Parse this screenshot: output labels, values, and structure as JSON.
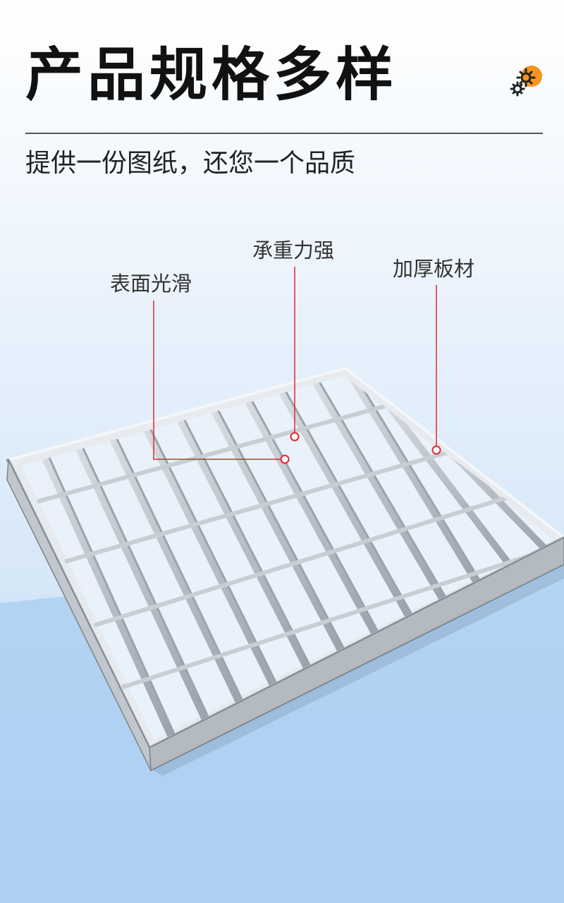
{
  "header": {
    "title": "产品规格多样",
    "subtitle": "提供一份图纸，还您一个品质"
  },
  "icons": {
    "gear": "gear-icon"
  },
  "callouts": {
    "smooth": "表面光滑",
    "load": "承重力强",
    "thick": "加厚板材"
  },
  "colors": {
    "accent_orange": "#f7931e",
    "callout_red": "#e0282e",
    "title": "#111111"
  }
}
